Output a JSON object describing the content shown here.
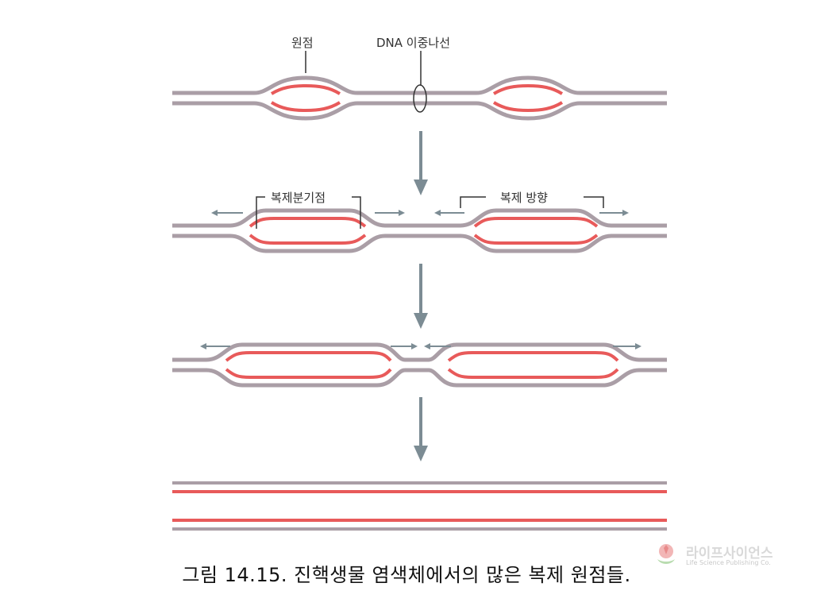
{
  "labels": {
    "origin": "원점",
    "dna_double_helix": "DNA 이중나선",
    "replication_fork": "복제분기점",
    "replication_direction": "복제 방향"
  },
  "caption": "그림 14.15. 진핵생물 염색체에서의 많은 복제 원점들.",
  "logo": {
    "name": "라이프사이언스",
    "subtitle": "Life Science Publishing Co."
  },
  "colors": {
    "dna_strand": "#aa9ea6",
    "new_strand": "#e85a5a",
    "arrow": "#7c8c94",
    "bracket": "#333333"
  }
}
